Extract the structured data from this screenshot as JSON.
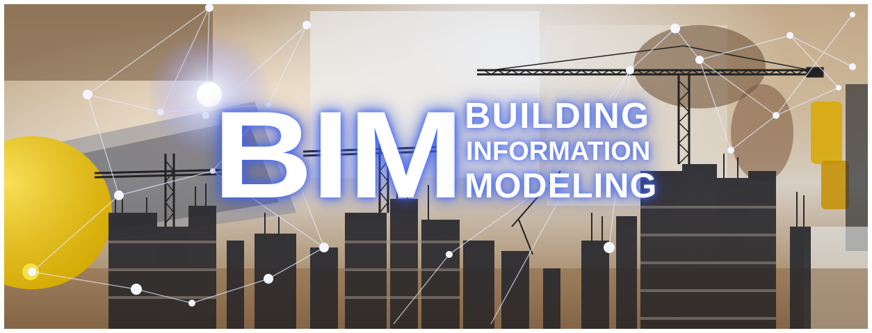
{
  "banner": {
    "acronym": "BIM",
    "lines": [
      "BUILDING",
      "INFORMATION",
      "MODELING"
    ]
  },
  "colors": {
    "glow": "#3f63ff",
    "silhouette": "#2f2f33",
    "network": "#dfe6ff",
    "helmet": "#f2c400",
    "wood": "#a77b4c"
  }
}
